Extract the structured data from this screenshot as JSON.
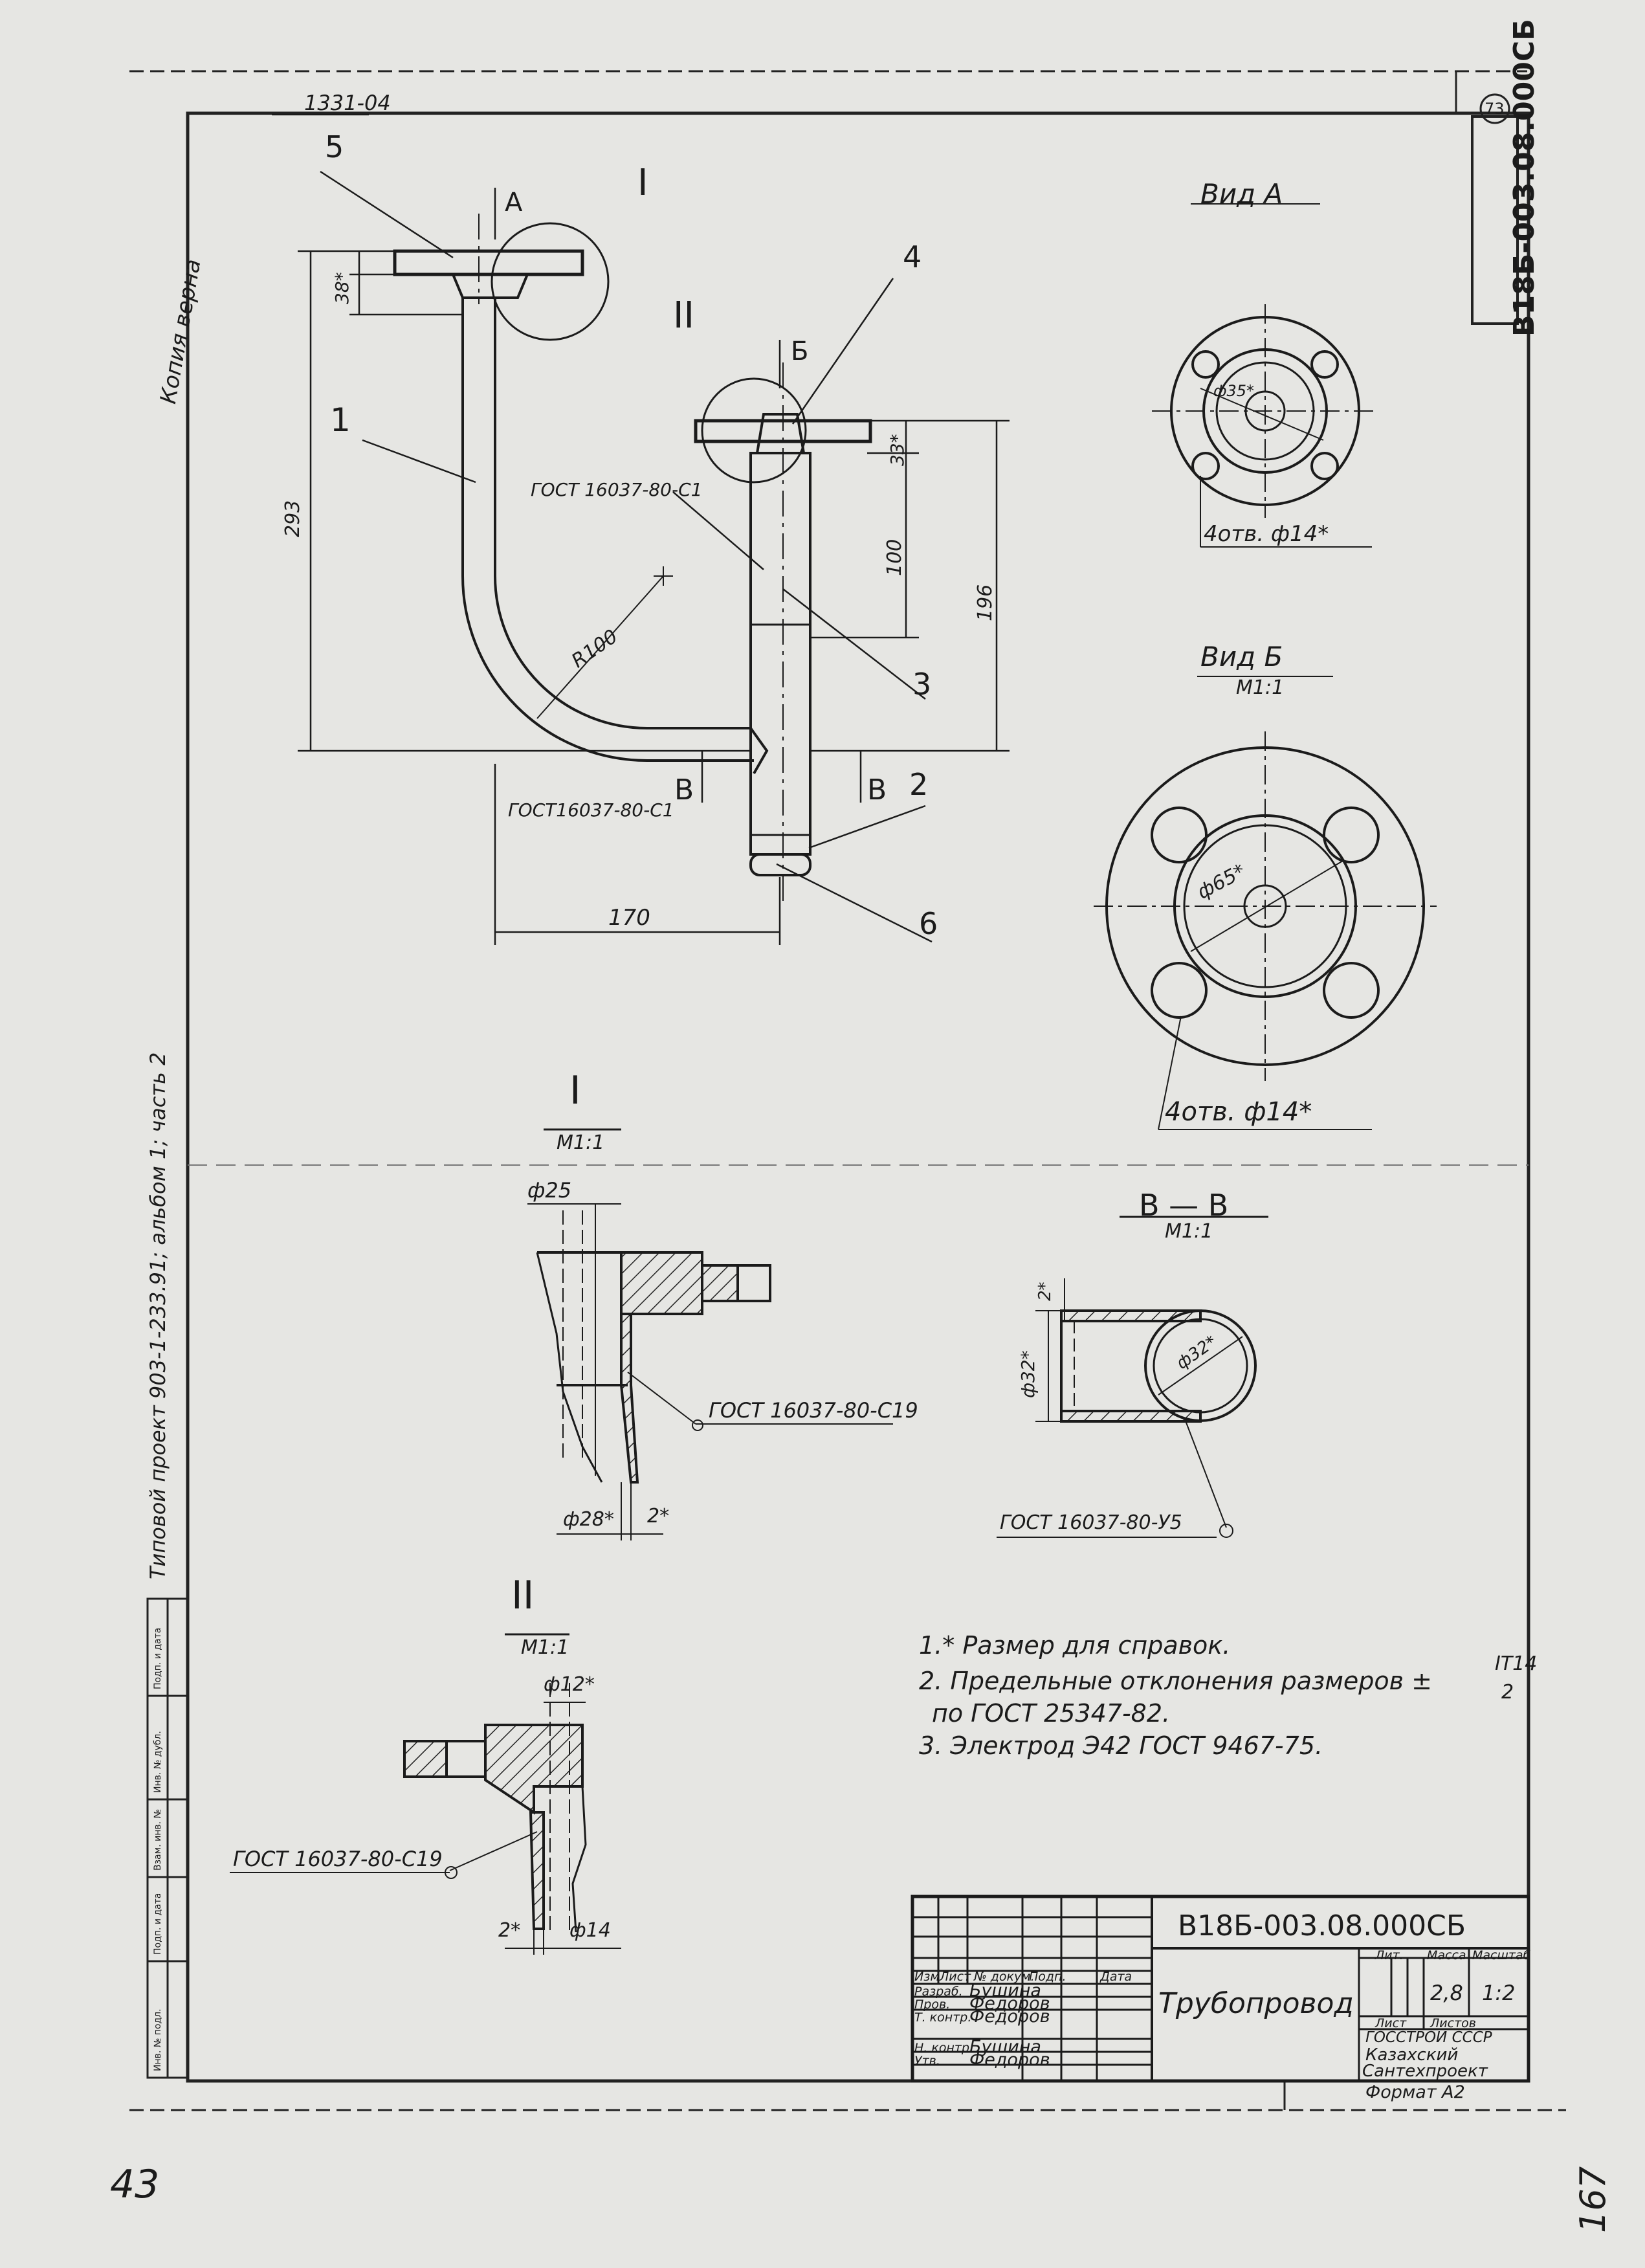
{
  "document": {
    "code": "В18Б-003.08.000СБ",
    "corner_code": "1331-04",
    "sheet_tag": "73",
    "side_stamp": "Копия верна",
    "side_project": "Типовой проект 903-1-233.91; альбом 1; часть 2",
    "page_left": "43",
    "page_right": "167"
  },
  "views": {
    "main": {
      "label_a": "А",
      "label_b": "Б",
      "label_v": "В",
      "callouts": [
        "1",
        "2",
        "3",
        "4",
        "5",
        "6"
      ],
      "detail_1_mark": "I",
      "detail_2_mark": "II",
      "dims": {
        "d293": "293",
        "d38": "38*",
        "d33": "33*",
        "d100": "100",
        "d196": "196",
        "r100": "R100",
        "d170": "170"
      },
      "welds": {
        "w1": "ГОСТ 16037-80-С1",
        "w2": "ГОСТ16037-80-С1"
      }
    },
    "vid_a": {
      "title": "Вид  А",
      "hole_dim": "ф35*",
      "holes": "4отв. ф14*"
    },
    "vid_b": {
      "title": "Вид  Б",
      "scale": "М1:1",
      "hole_dim": "ф65*",
      "holes": "4отв. ф14*"
    },
    "detail_1": {
      "title": "I",
      "scale": "М1:1",
      "dim_top": "ф25",
      "dim_bottom": "ф28*",
      "dim_gap": "2*",
      "weld": "ГОСТ 16037-80-С19"
    },
    "section_vv": {
      "title": "В — В",
      "scale": "М1:1",
      "dim_wall": "2*",
      "dim_outer": "ф32*",
      "dim_inner": "ф32*",
      "weld": "ГОСТ 16037-80-У5"
    },
    "detail_2": {
      "title": "II",
      "scale": "М1:1",
      "dim_top": "ф12*",
      "dim_bottom": "ф14",
      "dim_gap": "2*",
      "weld": "ГОСТ 16037-80-С19"
    }
  },
  "notes": {
    "n1": "1.* Размер для справок.",
    "n2a": "2. Предельные отклонения размеров ±",
    "n2_frac_top": "IT14",
    "n2_frac_bottom": "2",
    "n2b": "по ГОСТ 25347-82.",
    "n3": "3. Электрод Э42 ГОСТ 9467-75."
  },
  "title_block": {
    "designation": "В18Б-003.08.000СБ",
    "name": "Трубопровод",
    "col_izm": "Изм",
    "col_list": "Лист",
    "col_doc": "№ докум.",
    "col_sign": "Подп.",
    "col_date": "Дата",
    "rows": [
      {
        "role": "Разраб.",
        "name": "Бушина"
      },
      {
        "role": "Пров.",
        "name": "Федоров"
      },
      {
        "role": "Т. контр.",
        "name": "Федоров"
      },
      {
        "role": "",
        "name": ""
      },
      {
        "role": "Н. контр.",
        "name": "Бушина"
      },
      {
        "role": "Утв.",
        "name": "Федоров"
      }
    ],
    "lit_label": "Лит.",
    "mass_label": "Масса",
    "scale_label": "Масштаб",
    "mass": "2,8",
    "scale": "1:2",
    "sheet_label": "Лист",
    "sheets_label": "Листов",
    "org1": "ГОССТРОЙ СССР",
    "org2": "Казахский",
    "org3": "Сантехпроект",
    "format": "Формат А2"
  },
  "left_strip": {
    "labels": [
      "Инв. № подл.",
      "Подп. и дата",
      "Взам. инв. №",
      "Инв. № дубл.",
      "Подп. и дата"
    ]
  }
}
